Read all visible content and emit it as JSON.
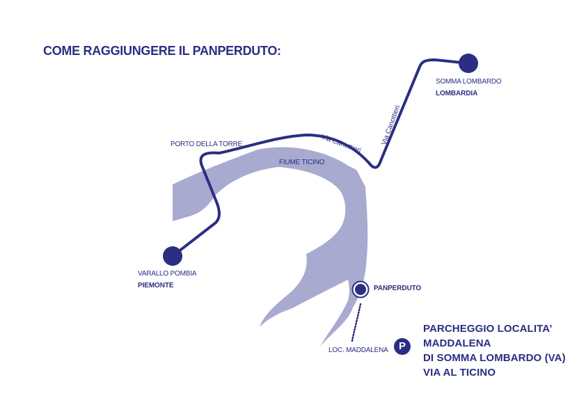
{
  "title": "COME RAGGIUNGERE IL PANPERDUTO:",
  "colors": {
    "route": "#2b2e82",
    "river": "#a8abcf",
    "text": "#2b2e82",
    "background": "#ffffff"
  },
  "places": {
    "somma_lombardo": {
      "name": "SOMMA LOMBARDO",
      "region": "LOMBARDIA"
    },
    "varallo_pombia": {
      "name": "VARALLO POMBIA",
      "region": "PIEMONTE"
    },
    "porto_della_torre": "PORTO DELLA TORRE",
    "panperduto": "PANPERDUTO",
    "loc_maddalena": "LOC. MADDALENA"
  },
  "river_label": "FIUME TICINO",
  "road_labels": [
    "Via Canottieri",
    "Via Canottieri"
  ],
  "parking": {
    "icon": "P",
    "icon_name": "parking-icon",
    "lines": [
      "PARCHEGGIO LOCALITA’",
      "MADDALENA",
      "DI SOMMA LOMBARDO (VA)",
      "VIA AL TICINO"
    ]
  }
}
